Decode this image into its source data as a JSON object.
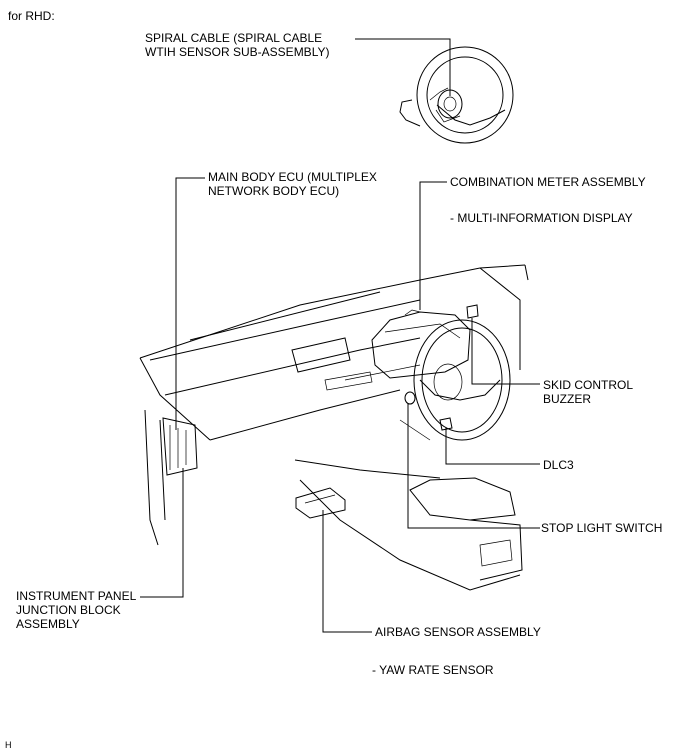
{
  "header": {
    "variant": "for RHD:"
  },
  "labels": {
    "spiral_cable": "SPIRAL CABLE (SPIRAL CABLE\nWTIH SENSOR SUB-ASSEMBLY)",
    "main_body_ecu": "MAIN BODY ECU (MULTIPLEX\nNETWORK BODY ECU)",
    "combination_meter": "COMBINATION METER ASSEMBLY",
    "multi_info_display": "- MULTI-INFORMATION DISPLAY",
    "skid_control_buzzer": "SKID CONTROL\nBUZZER",
    "dlc3": "DLC3",
    "stop_light_switch": "STOP LIGHT SWITCH",
    "instrument_panel_jb": "INSTRUMENT PANEL\nJUNCTION BLOCK\nASSEMBLY",
    "airbag_sensor": "AIRBAG SENSOR ASSEMBLY",
    "yaw_rate_sensor": "- YAW RATE SENSOR"
  },
  "footer": {
    "code": "H"
  }
}
